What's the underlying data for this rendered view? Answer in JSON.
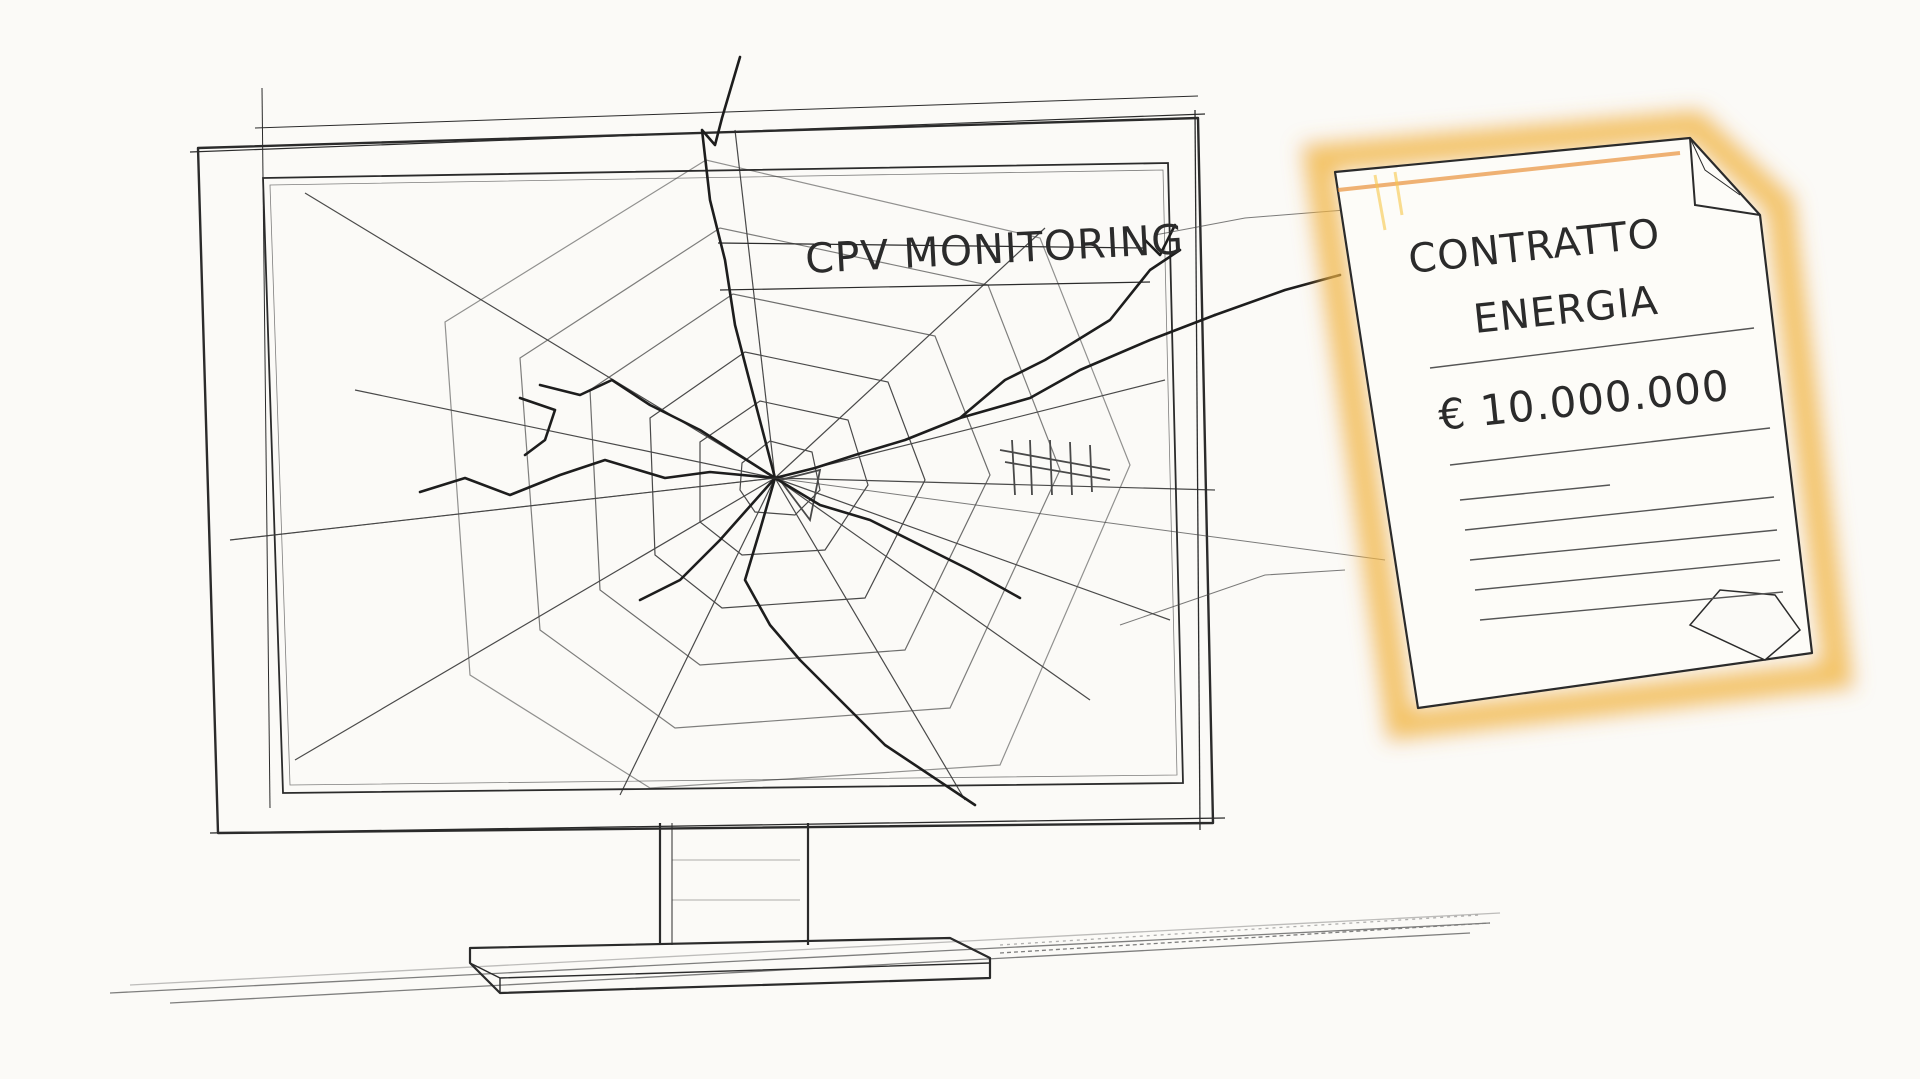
{
  "monitor": {
    "screen_label": "CPV MONITORING"
  },
  "document": {
    "title_line_1": "CONTRATTO",
    "title_line_2": "ENERGIA",
    "amount": "€ 10.000.000"
  },
  "colors": {
    "ink": "#2b2b2b",
    "glow_inner": "#f6c64a",
    "glow_outer": "#e8913a",
    "paper": "#fbfaf7"
  }
}
